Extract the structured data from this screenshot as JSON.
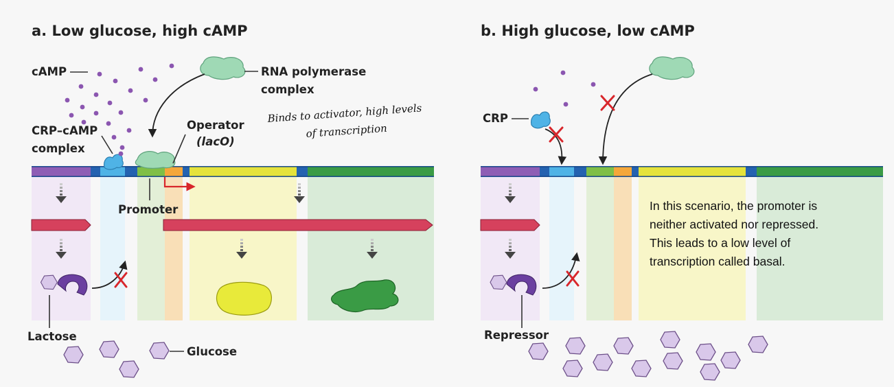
{
  "panel_a": {
    "title": "a.  Low glucose, high cAMP",
    "labels": {
      "camp": "cAMP",
      "rnap_line1": "RNA polymerase",
      "rnap_line2": "complex",
      "crp_camp_line1": "CRP–cAMP",
      "crp_camp_line2": "complex",
      "operator_line1": "Operator",
      "operator_line2": "(lacO)",
      "promoter": "Promoter",
      "lactose": "Lactose",
      "glucose": "Glucose"
    },
    "handwritten_note": {
      "line1": "Binds to activator, high levels",
      "line2": "of transcription"
    }
  },
  "panel_b": {
    "title": "b.  High glucose, low cAMP",
    "labels": {
      "crp": "CRP",
      "repressor": "Repressor"
    },
    "annotation": {
      "line1": "In this scenario, the promoter is",
      "line2": "neither activated nor repressed.",
      "line3": "This leads to a low level of",
      "line4": "transcription called basal."
    }
  },
  "colors": {
    "laci_gene": "#8e5db5",
    "crp_site": "#4fb3e6",
    "promoter": "#7fbf47",
    "operator": "#f5a73a",
    "lacz": "#e5e33b",
    "lacy": "#3a9b45",
    "spacer": "#2462b0",
    "mrna": "#d6415d",
    "camp_dot": "#8b56b0",
    "rna_polymerase": "#9fd9b5",
    "block_mark": "#d8262b"
  }
}
